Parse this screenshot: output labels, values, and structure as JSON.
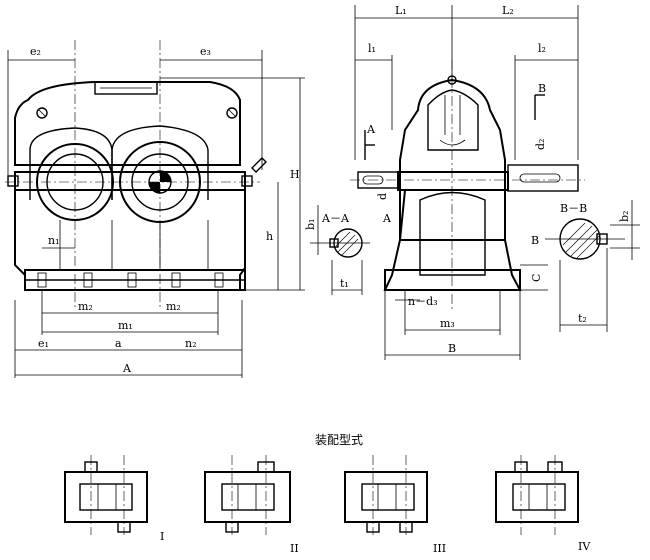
{
  "caption": "装配型式",
  "labels": {
    "e2": "e₂",
    "e3": "e₃",
    "H": "H",
    "h": "h",
    "n1": "n₁",
    "m2_left": "m₂",
    "m1": "m₁",
    "m2_right": "m₂",
    "e1": "e₁",
    "a": "a",
    "n2": "n₂",
    "A": "A",
    "L1": "L₁",
    "L2": "L₂",
    "l1": "l₁",
    "l2": "l₂",
    "A_mark_top": "A",
    "A_mark_side": "A",
    "B_mark_top": "B",
    "d": "d",
    "d2": "d₂",
    "b1": "b₁",
    "b2": "b₂",
    "section_AA": "A－A",
    "section_BB": "B－B",
    "B_mark_side": "B",
    "t1": "t₁",
    "t2": "t₂",
    "C": "C",
    "n_d3": "n－d₃",
    "m3": "m₃",
    "B": "B"
  },
  "assembly_types": [
    "I",
    "II",
    "III",
    "IV"
  ]
}
